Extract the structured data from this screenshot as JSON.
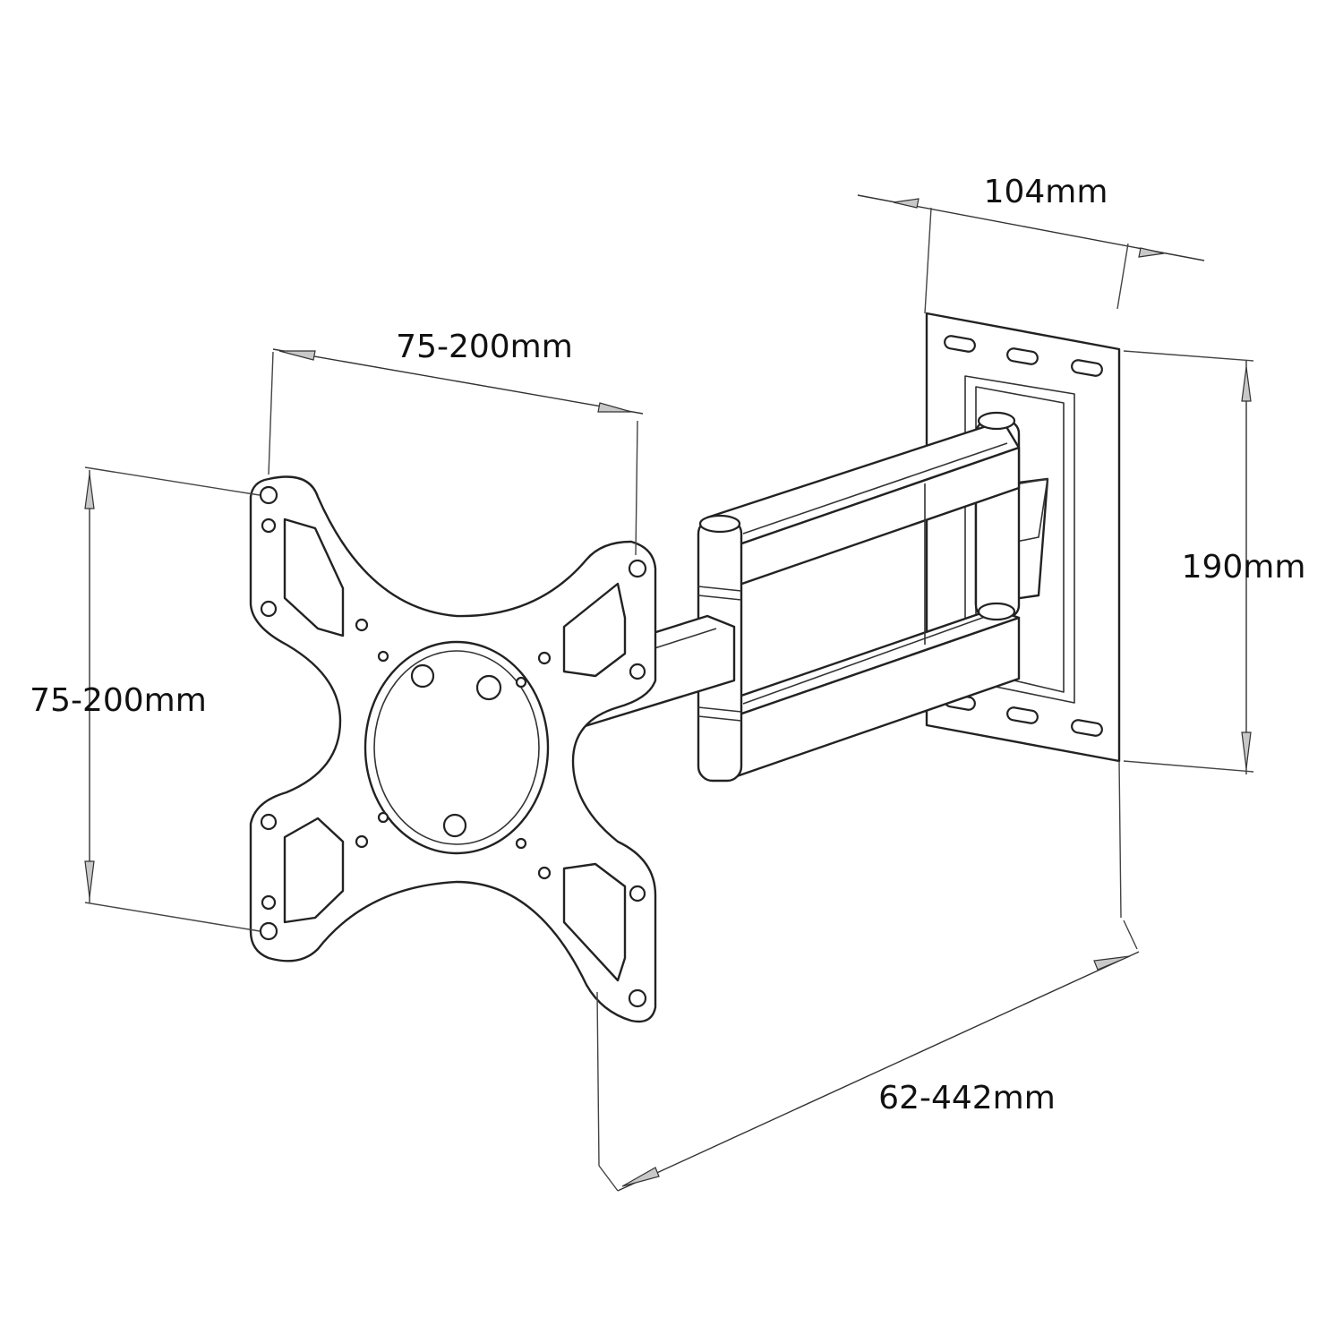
{
  "diagram": {
    "dimensions": {
      "wall_plate_depth": "104mm",
      "vesa_width": "75-200mm",
      "vesa_height": "75-200mm",
      "wall_plate_height": "190mm",
      "arm_extension": "62-442mm"
    },
    "colors": {
      "line": "#222222",
      "fill": "#ffffff",
      "arrow": "#c8c8c8"
    }
  }
}
